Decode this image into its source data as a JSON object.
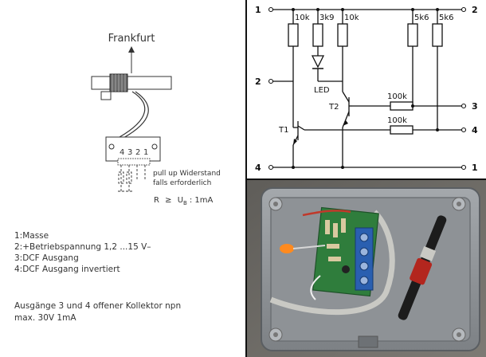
{
  "antenna": {
    "direction_label": "Frankfurt",
    "pin_numbers": [
      "4",
      "3",
      "2",
      "1"
    ],
    "pullup_note_line1": "pull up Widerstand",
    "pullup_note_line2": "falls erforderlich",
    "resistor_condition_r": "R",
    "resistor_condition_ge": "≥",
    "resistor_condition_u": "U",
    "resistor_condition_sub": "B",
    "resistor_condition_rest": ": 1mA",
    "legend": [
      "1:Masse",
      "2:+Betriebspannung 1,2 ...15 V–",
      "3:DCF Ausgang",
      "4:DCF Ausgang invertiert"
    ],
    "outputs_note_line1": "Ausgänge 3 und 4 offener Kollektor npn",
    "outputs_note_line2": "max. 30V 1mA"
  },
  "schematic": {
    "left_terminals": [
      "1",
      "2",
      "4"
    ],
    "right_terminals": [
      "2",
      "3",
      "4",
      "1"
    ],
    "resistors": [
      "10k",
      "3k9",
      "10k",
      "5k6",
      "5k6"
    ],
    "series_resistors": [
      "100k",
      "100k"
    ],
    "led_label": "LED",
    "transistors": [
      "T1",
      "T2"
    ]
  },
  "photo": {
    "caption": ""
  },
  "colors": {
    "ink": "#111111",
    "pencil": "#333333",
    "box_grey": "#8e9296",
    "pcb_green": "#2f7d3c",
    "terminal_blue": "#2a5fb0",
    "wire_red": "#c0392b"
  }
}
